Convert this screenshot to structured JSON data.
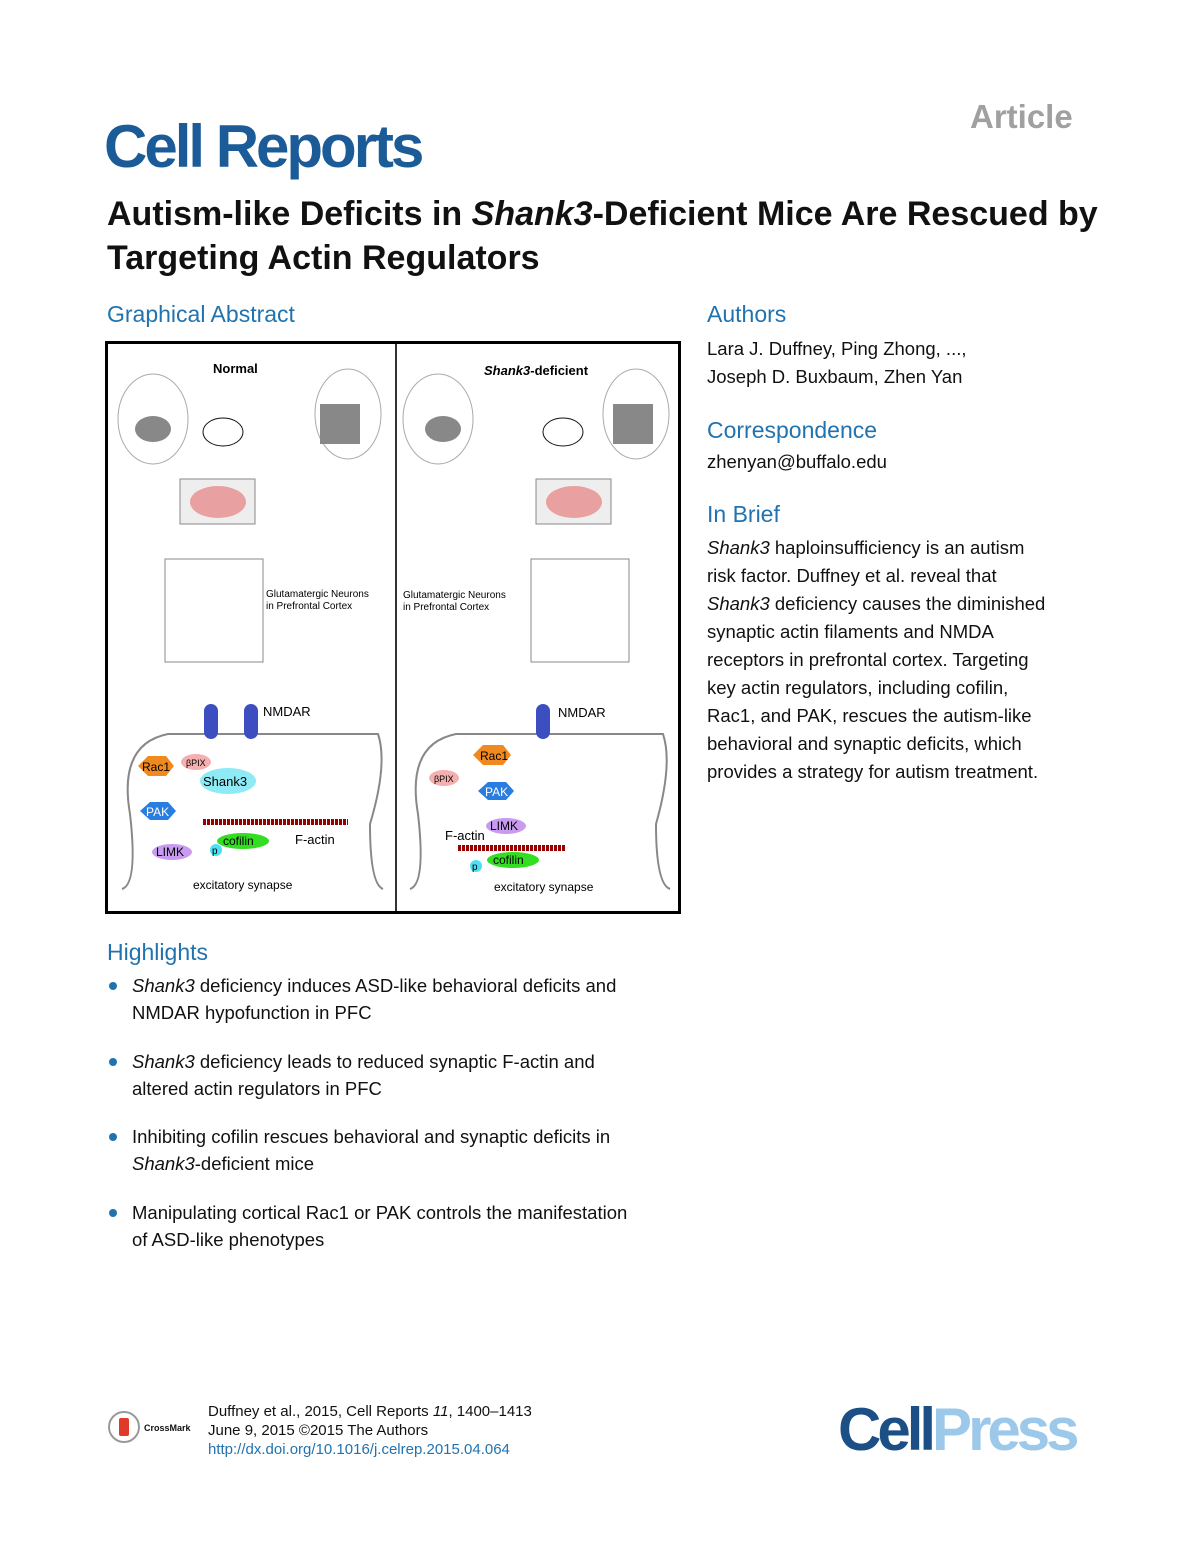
{
  "header": {
    "article_type": "Article",
    "journal": "Cell Reports"
  },
  "title": {
    "part1": "Autism-like Deficits in ",
    "italic": "Shank3",
    "part2": "-Deficient Mice Are Rescued by Targeting Actin Regulators"
  },
  "graphical_abstract": {
    "heading": "Graphical Abstract",
    "left": {
      "label": "Normal",
      "neurons_line1": "Glutamatergic Neurons",
      "neurons_line2": "in Prefrontal Cortex",
      "nmdar": "NMDAR",
      "rac1": "Rac1",
      "pix": "βPIX",
      "shank3": "Shank3",
      "pak": "PAK",
      "limk": "LIMK",
      "cofilin": "cofilin",
      "p": "p",
      "factin": "F-actin",
      "synapse": "excitatory synapse"
    },
    "right": {
      "label_italic": "Shank3",
      "label_rest": "-deficient",
      "neurons_line1": "Glutamatergic Neurons",
      "neurons_line2": "in Prefrontal Cortex",
      "nmdar": "NMDAR",
      "rac1": "Rac1",
      "pix": "βPIX",
      "pak": "PAK",
      "limk": "LIMK",
      "cofilin": "cofilin",
      "p": "p",
      "factin": "F-actin",
      "synapse": "excitatory synapse"
    }
  },
  "authors": {
    "heading": "Authors",
    "line1": "Lara J. Duffney, Ping Zhong, ...,",
    "line2": "Joseph D. Buxbaum, Zhen Yan"
  },
  "correspondence": {
    "heading": "Correspondence",
    "email": "zhenyan@buffalo.edu"
  },
  "in_brief": {
    "heading": "In Brief",
    "lines": [
      {
        "italic": "Shank3",
        "text": " haploinsufficiency is an autism"
      },
      {
        "italic": "",
        "text": "risk factor. Duffney et al. reveal that"
      },
      {
        "italic": "Shank3",
        "text": " deficiency causes the diminished"
      },
      {
        "italic": "",
        "text": "synaptic actin filaments and NMDA"
      },
      {
        "italic": "",
        "text": "receptors in prefrontal cortex. Targeting"
      },
      {
        "italic": "",
        "text": "key actin regulators, including cofilin,"
      },
      {
        "italic": "",
        "text": "Rac1, and PAK, rescues the autism-like"
      },
      {
        "italic": "",
        "text": "behavioral and synaptic deficits, which"
      },
      {
        "italic": "",
        "text": "provides a strategy for autism treatment."
      }
    ]
  },
  "highlights": {
    "heading": "Highlights",
    "items": [
      {
        "l1_italic": "Shank3",
        "l1": " deficiency induces ASD-like behavioral deficits and",
        "l2_italic": "",
        "l2": "NMDAR hypofunction in PFC"
      },
      {
        "l1_italic": "Shank3",
        "l1": " deficiency leads to reduced synaptic F-actin and",
        "l2_italic": "",
        "l2": "altered actin regulators in PFC"
      },
      {
        "l1_italic": "",
        "l1": "Inhibiting cofilin rescues behavioral and synaptic deficits in",
        "l2_italic": "Shank3",
        "l2": "-deficient mice"
      },
      {
        "l1_italic": "",
        "l1": "Manipulating cortical Rac1 or PAK controls the manifestation",
        "l2_italic": "",
        "l2": "of ASD-like phenotypes"
      }
    ]
  },
  "footer": {
    "citation_pre": "Duffney et al., 2015, Cell Reports ",
    "citation_vol": "11",
    "citation_post": ", 1400–1413",
    "date": "June 9, 2015 ©2015 The Authors",
    "doi": "http://dx.doi.org/10.1016/j.celrep.2015.04.064",
    "crossmark": "CrossMark",
    "publisher_a": "Cell",
    "publisher_b": "Press"
  },
  "colors": {
    "accent": "#2173b0",
    "journal": "#1b5b97",
    "cellpress_dark": "#1b4f85",
    "cellpress_light": "#9cc8ea"
  }
}
